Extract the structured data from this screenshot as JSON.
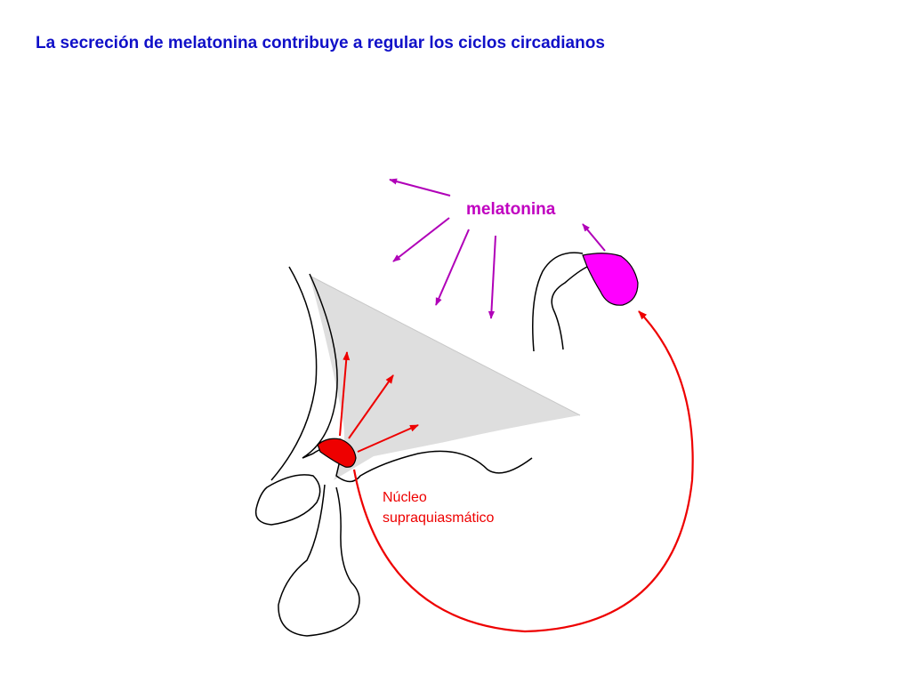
{
  "title": "La secreción de melatonina contribuye a regular los ciclos circadianos",
  "labels": {
    "melatonin": "melatonina",
    "scn_line1": "Núcleo",
    "scn_line2": "supraquiasmático"
  },
  "colors": {
    "title": "#1010c8",
    "melatonin": "#c000c0",
    "pineal_fill": "#ff00ff",
    "scn": "#ee0000",
    "hypothalamus_fill": "#dedede"
  }
}
